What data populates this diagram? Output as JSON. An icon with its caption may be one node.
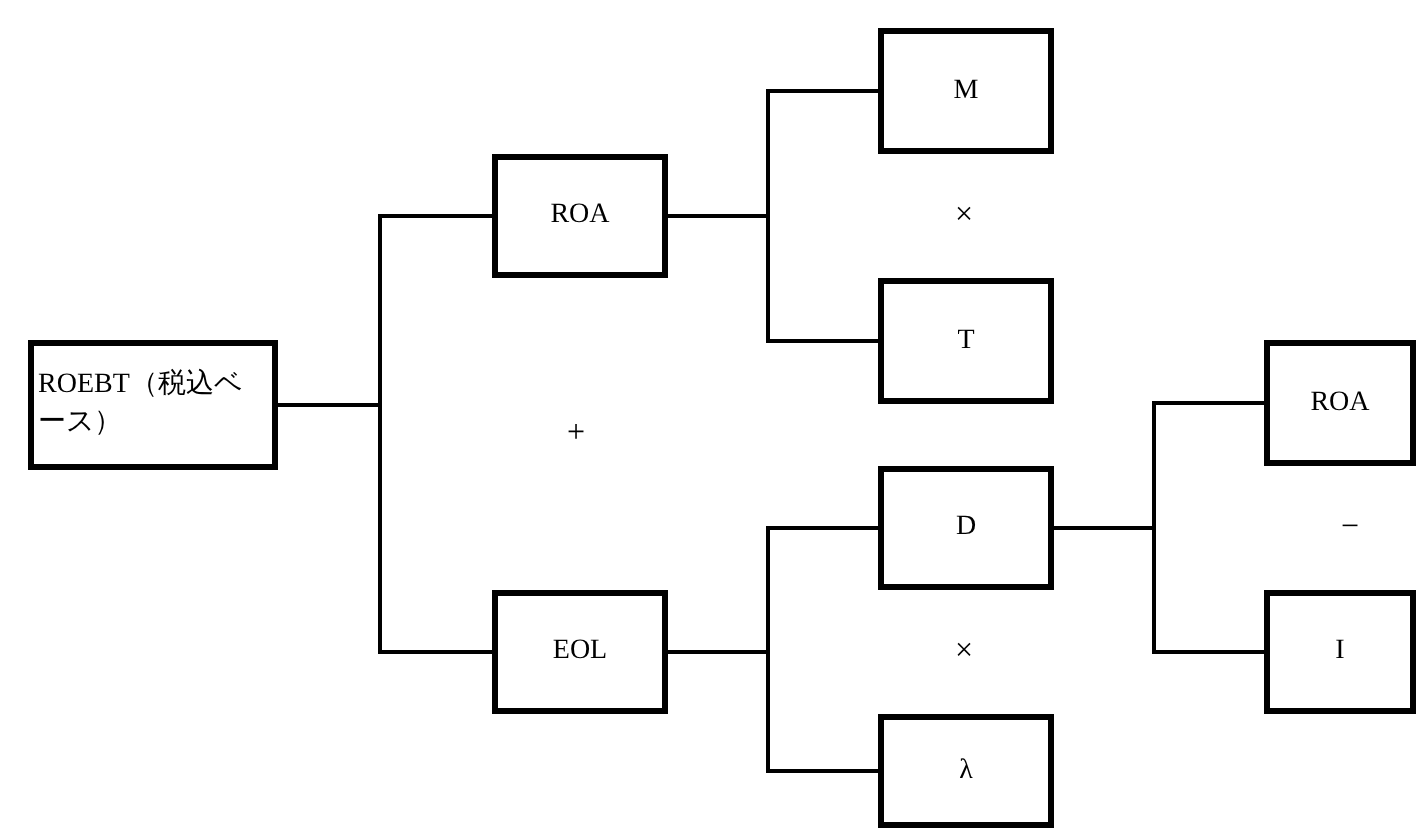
{
  "diagram": {
    "nodes": [
      {
        "text": [
          "ROEBT（税込ベース）"
        ]
      },
      {
        "text": [
          "ROA"
        ]
      },
      {
        "text": [
          "EOL"
        ]
      },
      {
        "text": [
          "M"
        ]
      },
      {
        "text": [
          "T"
        ]
      },
      {
        "text": [
          "D"
        ]
      },
      {
        "text": [
          "λ"
        ]
      },
      {
        "text": [
          "ROA"
        ]
      },
      {
        "text": [
          "I"
        ]
      }
    ],
    "edges": [
      {
        "from": 0,
        "to": 1,
        "arrow": "none"
      },
      {
        "from": 0,
        "to": 2,
        "arrow": "none"
      },
      {
        "from": 1,
        "to": 3,
        "arrow": "none"
      },
      {
        "from": 1,
        "to": 4,
        "arrow": "none"
      },
      {
        "from": 2,
        "to": 5,
        "arrow": "none"
      },
      {
        "from": 2,
        "to": 6,
        "arrow": "none"
      },
      {
        "from": 5,
        "to": 7,
        "arrow": "none"
      },
      {
        "from": 5,
        "to": 8,
        "arrow": "none"
      }
    ],
    "labels": [
      "+",
      "×",
      "×",
      "−"
    ]
  }
}
